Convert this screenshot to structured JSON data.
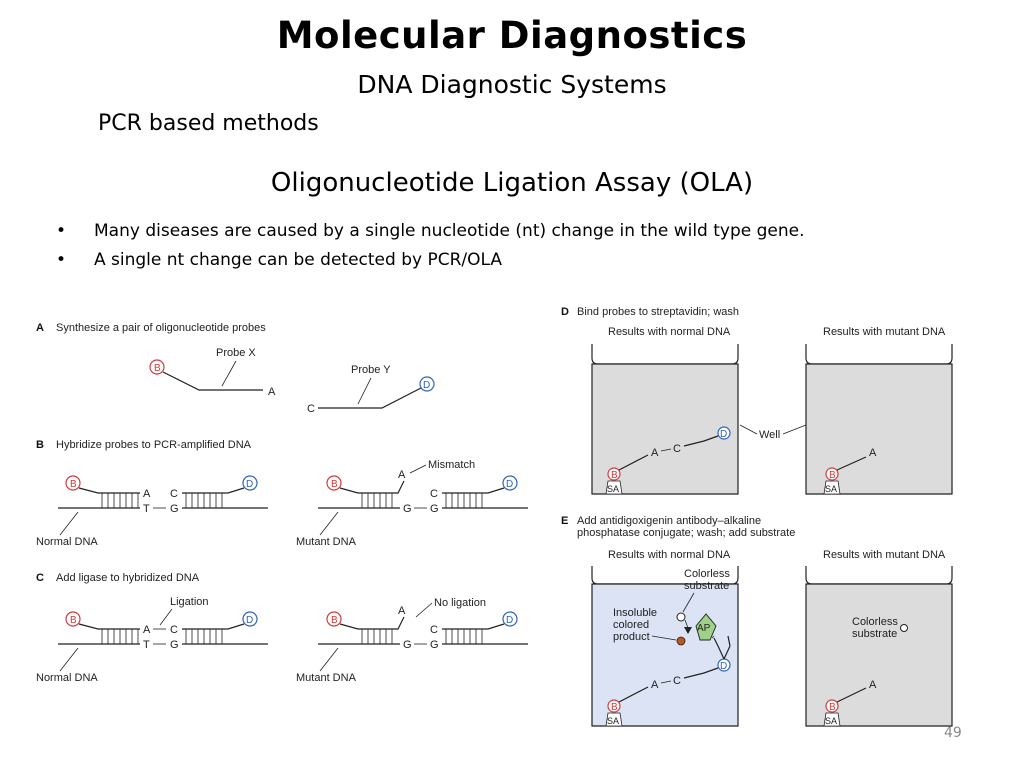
{
  "slide": {
    "title": "Molecular Diagnostics",
    "subtitle": "DNA Diagnostic Systems",
    "section": "PCR based methods",
    "heading": "Oligonucleotide Ligation Assay (OLA)",
    "bullets": [
      "Many diseases are caused by a single nucleotide (nt) change in the wild type gene.",
      "A single nt change can be detected by PCR/OLA"
    ],
    "bullet_symbol": "•",
    "page_number": "49"
  },
  "figure": {
    "A": {
      "letter": "A",
      "caption": "Synthesize a pair of oligonucleotide probes",
      "probe_x": "Probe X",
      "probe_y": "Probe Y"
    },
    "B": {
      "letter": "B",
      "caption": "Hybridize probes to PCR-amplified DNA",
      "mismatch": "Mismatch",
      "normal_dna": "Normal DNA",
      "mutant_dna": "Mutant DNA"
    },
    "C": {
      "letter": "C",
      "caption": "Add ligase to hybridized DNA",
      "ligation": "Ligation",
      "no_ligation": "No ligation",
      "normal_dna": "Normal DNA",
      "mutant_dna": "Mutant DNA"
    },
    "D": {
      "letter": "D",
      "caption": "Bind probes to streptavidin; wash",
      "normal_results": "Results with normal DNA",
      "mutant_results": "Results with mutant DNA",
      "well": "Well"
    },
    "E": {
      "letter": "E",
      "caption_line1": "Add antidigoxigenin antibody–alkaline",
      "caption_line2": "phosphatase conjugate; wash; add substrate",
      "normal_results": "Results with normal DNA",
      "mutant_results": "Results with mutant DNA",
      "colorless_substrate_l1": "Colorless",
      "colorless_substrate_l2": "substrate",
      "insoluble_l1": "Insoluble",
      "insoluble_l2": "colored",
      "insoluble_l3": "product",
      "ap": "AP"
    },
    "nucleotides": {
      "a": "A",
      "c": "C",
      "t": "T",
      "g": "G"
    },
    "markers": {
      "biotin": "B",
      "digoxigenin": "D",
      "streptavidin": "SA"
    },
    "colors": {
      "biotin": "#d23b3b",
      "digoxigenin": "#2f64b8",
      "well_gray": "#dcdcdc",
      "well_blue": "#dbe3f4",
      "ap_green": "#9fd18a",
      "product": "#c0561e"
    }
  }
}
